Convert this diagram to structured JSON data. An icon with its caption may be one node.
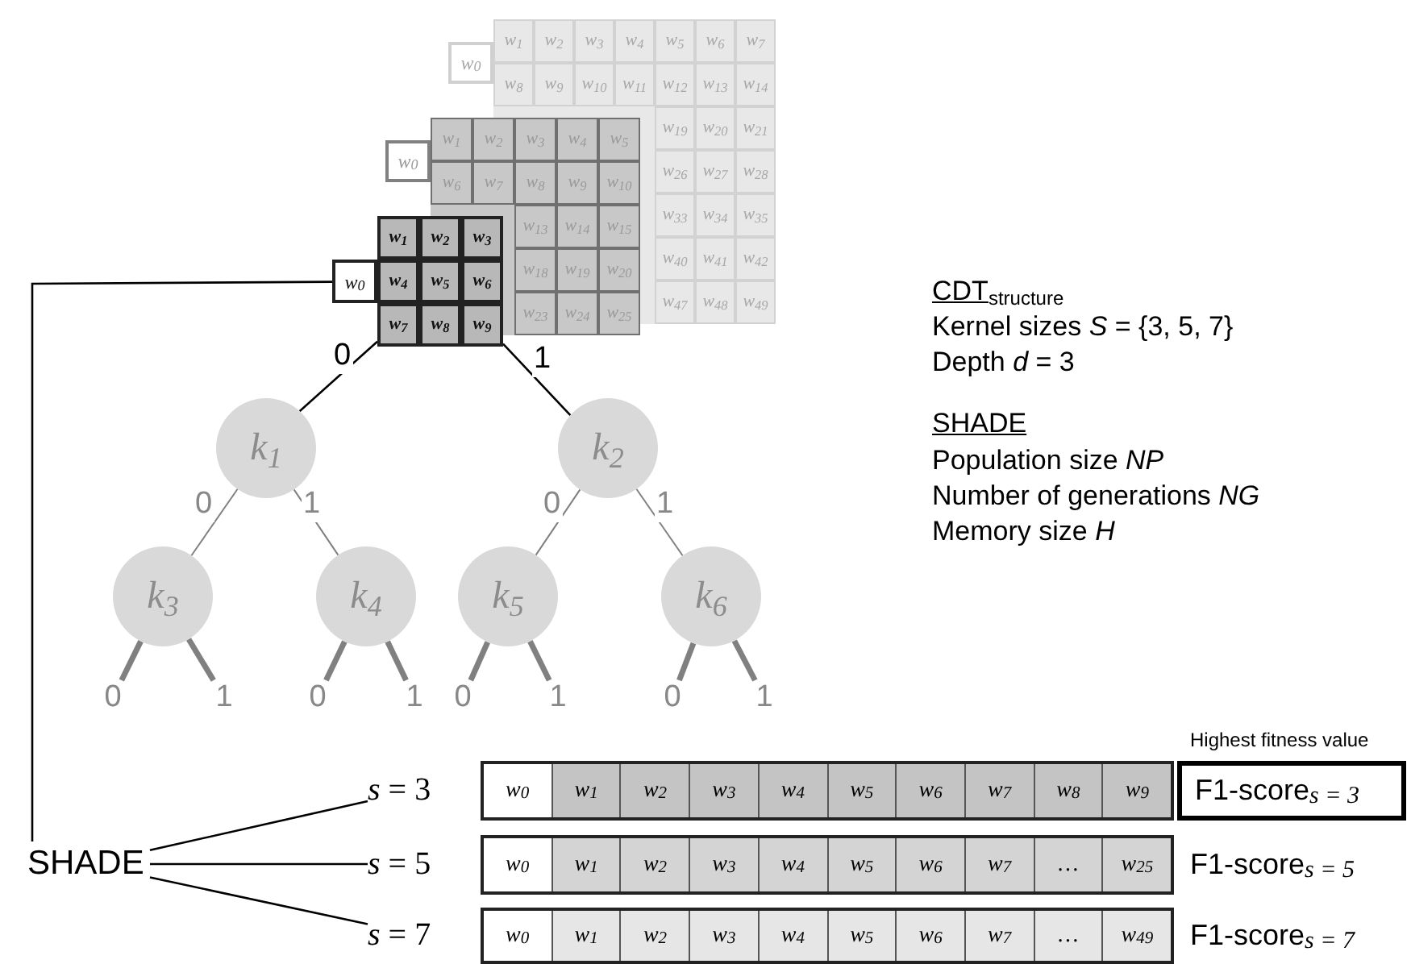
{
  "diagram": {
    "nodes": [
      {
        "text": [
          "*w*$_{0}$",
          "*w*$_{1}$",
          "*w*$_{2}$",
          "*w*$_{3}$",
          "*w*$_{4}$",
          "*w*$_{5}$",
          "*w*$_{6}$",
          "*w*$_{7}$",
          "*w*$_{8}$",
          "*w*$_{9}$",
          "*w*$_{10}$",
          "*w*$_{11}$",
          "*w*$_{12}$",
          "*w*$_{13}$",
          "*w*$_{14}$",
          "*w*$_{19}$",
          "*w*$_{20}$",
          "*w*$_{21}$",
          "*w*$_{26}$",
          "*w*$_{27}$",
          "*w*$_{28}$",
          "*w*$_{33}$",
          "*w*$_{34}$",
          "*w*$_{35}$",
          "*w*$_{40}$",
          "*w*$_{41}$",
          "*w*$_{42}$",
          "*w*$_{47}$",
          "*w*$_{48}$",
          "*w*$_{49}$"
        ]
      },
      {
        "text": [
          "*w*$_{0}$",
          "*w*$_{1}$",
          "*w*$_{2}$",
          "*w*$_{3}$",
          "*w*$_{4}$",
          "*w*$_{5}$",
          "*w*$_{6}$",
          "*w*$_{7}$",
          "*w*$_{8}$",
          "*w*$_{9}$",
          "*w*$_{10}$",
          "*w*$_{13}$",
          "*w*$_{14}$",
          "*w*$_{15}$",
          "*w*$_{18}$",
          "*w*$_{19}$",
          "*w*$_{20}$",
          "*w*$_{23}$",
          "*w*$_{24}$",
          "*w*$_{25}$"
        ]
      },
      {
        "text": [
          "*w*$_{0}$",
          "*w*$_{1}$",
          "*w*$_{2}$",
          "*w*$_{3}$",
          "*w*$_{4}$",
          "*w*$_{5}$",
          "*w*$_{6}$",
          "*w*$_{7}$",
          "*w*$_{8}$",
          "*w*$_{9}$"
        ]
      },
      {
        "text": [
          "*k*$_{1}$"
        ]
      },
      {
        "text": [
          "*k*$_{2}$"
        ]
      },
      {
        "text": [
          "*k*$_{3}$"
        ]
      },
      {
        "text": [
          "*k*$_{4}$"
        ]
      },
      {
        "text": [
          "*k*$_{5}$"
        ]
      },
      {
        "text": [
          "*k*$_{6}$"
        ]
      },
      {
        "text": [
          "0"
        ]
      },
      {
        "text": [
          "1"
        ]
      },
      {
        "text": [
          "0"
        ]
      },
      {
        "text": [
          "1"
        ]
      },
      {
        "text": [
          "0"
        ]
      },
      {
        "text": [
          "1"
        ]
      },
      {
        "text": [
          "0"
        ]
      },
      {
        "text": [
          "1"
        ]
      },
      {
        "text": [
          "SHADE"
        ]
      },
      {
        "text": [
          "*s* = 3"
        ]
      },
      {
        "text": [
          "*w*$_{0}$",
          "*w*$_{1}$",
          "*w*$_{2}$",
          "*w*$_{3}$",
          "*w*$_{4}$",
          "*w*$_{5}$",
          "*w*$_{6}$",
          "*w*$_{7}$",
          "*w*$_{8}$",
          "*w*$_{9}$"
        ]
      },
      {
        "text": [
          "F1-score$_{s = 3}$"
        ],
        "beside": [
          "Highest fitness value"
        ]
      },
      {
        "text": [
          "*s* = 5"
        ]
      },
      {
        "text": [
          "*w*$_{0}$",
          "*w*$_{1}$",
          "*w*$_{2}$",
          "*w*$_{3}$",
          "*w*$_{4}$",
          "*w*$_{5}$",
          "*w*$_{6}$",
          "*w*$_{7}$",
          "…",
          "*w*$_{25}$"
        ]
      },
      {
        "text": [
          "F1-score$_{s = 5}$"
        ]
      },
      {
        "text": [
          "*s* = 7"
        ]
      },
      {
        "text": [
          "*w*$_{0}$",
          "*w*$_{1}$",
          "*w*$_{2}$",
          "*w*$_{3}$",
          "*w*$_{4}$",
          "*w*$_{5}$",
          "*w*$_{6}$",
          "*w*$_{7}$",
          "…",
          "*w*$_{49}$"
        ]
      },
      {
        "text": [
          "F1-score$_{s = 7}$"
        ]
      }
    ],
    "edges": [
      {
        "from": 2,
        "to": 3,
        "arrow": "none",
        "label": "0",
        "color": "#000000"
      },
      {
        "from": 2,
        "to": 4,
        "arrow": "none",
        "label": "1",
        "color": "#000000"
      },
      {
        "from": 3,
        "to": 5,
        "arrow": "none",
        "label": "0"
      },
      {
        "from": 3,
        "to": 6,
        "arrow": "none",
        "label": "1"
      },
      {
        "from": 4,
        "to": 7,
        "arrow": "none",
        "label": "0"
      },
      {
        "from": 4,
        "to": 8,
        "arrow": "none",
        "label": "1"
      },
      {
        "from": 5,
        "to": 9,
        "arrow": "none",
        "style": "thick"
      },
      {
        "from": 5,
        "to": 10,
        "arrow": "none",
        "style": "thick"
      },
      {
        "from": 6,
        "to": 11,
        "arrow": "none",
        "style": "thick"
      },
      {
        "from": 6,
        "to": 12,
        "arrow": "none",
        "style": "thick"
      },
      {
        "from": 7,
        "to": 13,
        "arrow": "none",
        "style": "thick"
      },
      {
        "from": 7,
        "to": 14,
        "arrow": "none",
        "style": "thick"
      },
      {
        "from": 8,
        "to": 15,
        "arrow": "none",
        "style": "thick"
      },
      {
        "from": 8,
        "to": 16,
        "arrow": "none",
        "style": "thick"
      },
      {
        "from": 2,
        "to": 17,
        "arrow": "none",
        "color": "#000000"
      },
      {
        "from": 17,
        "to": 18,
        "arrow": "none",
        "color": "#000000"
      },
      {
        "from": 17,
        "to": 21,
        "arrow": "none",
        "color": "#000000"
      },
      {
        "from": 17,
        "to": 24,
        "arrow": "none",
        "color": "#000000"
      }
    ],
    "labels": [
      "CDT$_{structure}$",
      "Kernel sizes *S* = {3, 5, 7}",
      "Depth *d* = 3",
      "SHADE",
      "Population size *NP*",
      "Number of generations  *NG*",
      "Memory size *H*"
    ]
  }
}
